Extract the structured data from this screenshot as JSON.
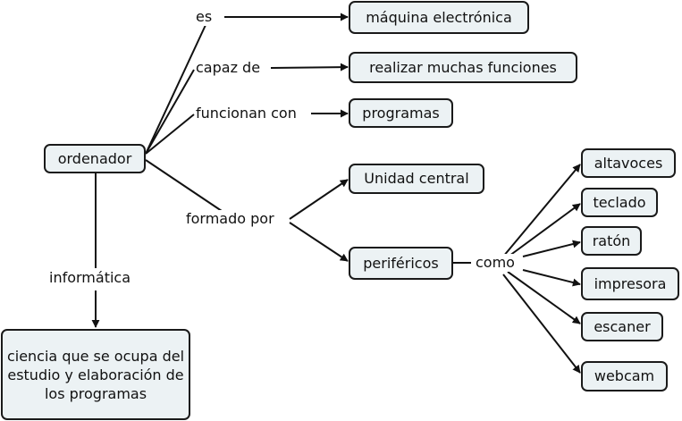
{
  "concept_map": {
    "nodes": {
      "ordenador": "ordenador",
      "maquina": "máquina electrónica",
      "funciones": "realizar muchas funciones",
      "programas": "programas",
      "unidad_central": "Unidad central",
      "perifericos": "periféricos",
      "altavoces": "altavoces",
      "teclado": "teclado",
      "raton": "ratón",
      "impresora": "impresora",
      "escaner": "escaner",
      "webcam": "webcam",
      "ciencia": "ciencia que se ocupa del estudio y elaboración de los programas"
    },
    "links": {
      "es": "es",
      "capaz_de": "capaz de",
      "funcionan_con": "funcionan con",
      "formado_por": "formado por",
      "informatica": "informática",
      "como": "como"
    },
    "colors": {
      "node_fill": "#ecf2f4",
      "stroke": "#1a1a1a"
    }
  }
}
